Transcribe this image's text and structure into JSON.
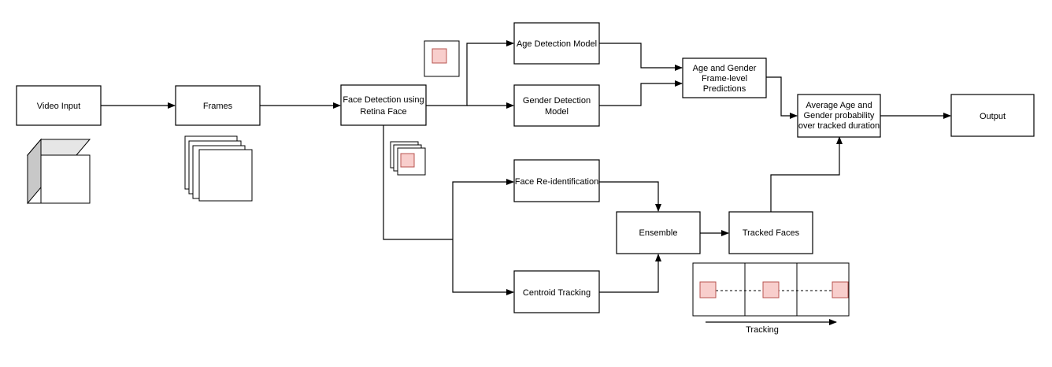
{
  "nodes": {
    "video_input": "Video Input",
    "frames": "Frames",
    "face_detection": [
      "Face Detection using",
      "Retina Face"
    ],
    "age_model": "Age Detection Model",
    "gender_model": [
      "Gender Detection",
      "Model"
    ],
    "predictions": [
      "Age and Gender",
      "Frame-level",
      "Predictions"
    ],
    "average": [
      "Average Age and",
      "Gender probability",
      "over tracked duration"
    ],
    "output": "Output",
    "reid": "Face Re-identification",
    "centroid": "Centroid Tracking",
    "ensemble": "Ensemble",
    "tracked_faces": "Tracked Faces"
  },
  "tracking_strip": {
    "label": "Tracking"
  }
}
